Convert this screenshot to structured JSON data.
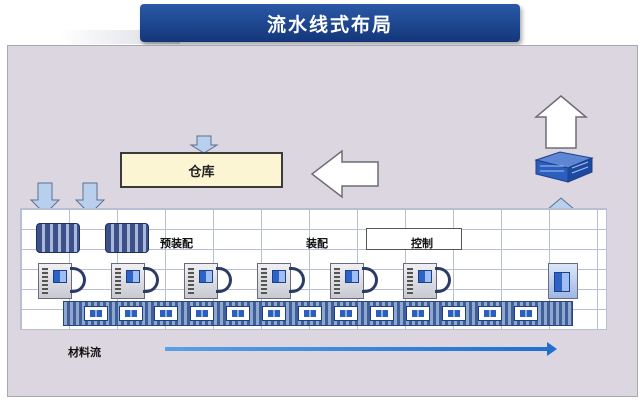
{
  "title": "流水线式布局",
  "warehouse_label": "仓库",
  "stage_labels": {
    "pre_assembly": "预装配",
    "assembly": "装配",
    "control": "控制"
  },
  "material_flow_label": "材料流",
  "icons": [
    "down-arrow-icon",
    "left-arrow-icon",
    "up-arrow-icon",
    "storage-rack-icon",
    "machine-icon",
    "robot-arm-icon",
    "conveyor-station-icon",
    "finished-goods-stack-icon"
  ],
  "colors": {
    "title_bar": "#1f4a94",
    "stage_bg": "#dcd6e1",
    "warehouse_fill": "#fbf5d3",
    "conveyor": "#3f5f99",
    "flow_arrow": "#1f6fd1",
    "outline_arrow": "#b8d0ee"
  }
}
